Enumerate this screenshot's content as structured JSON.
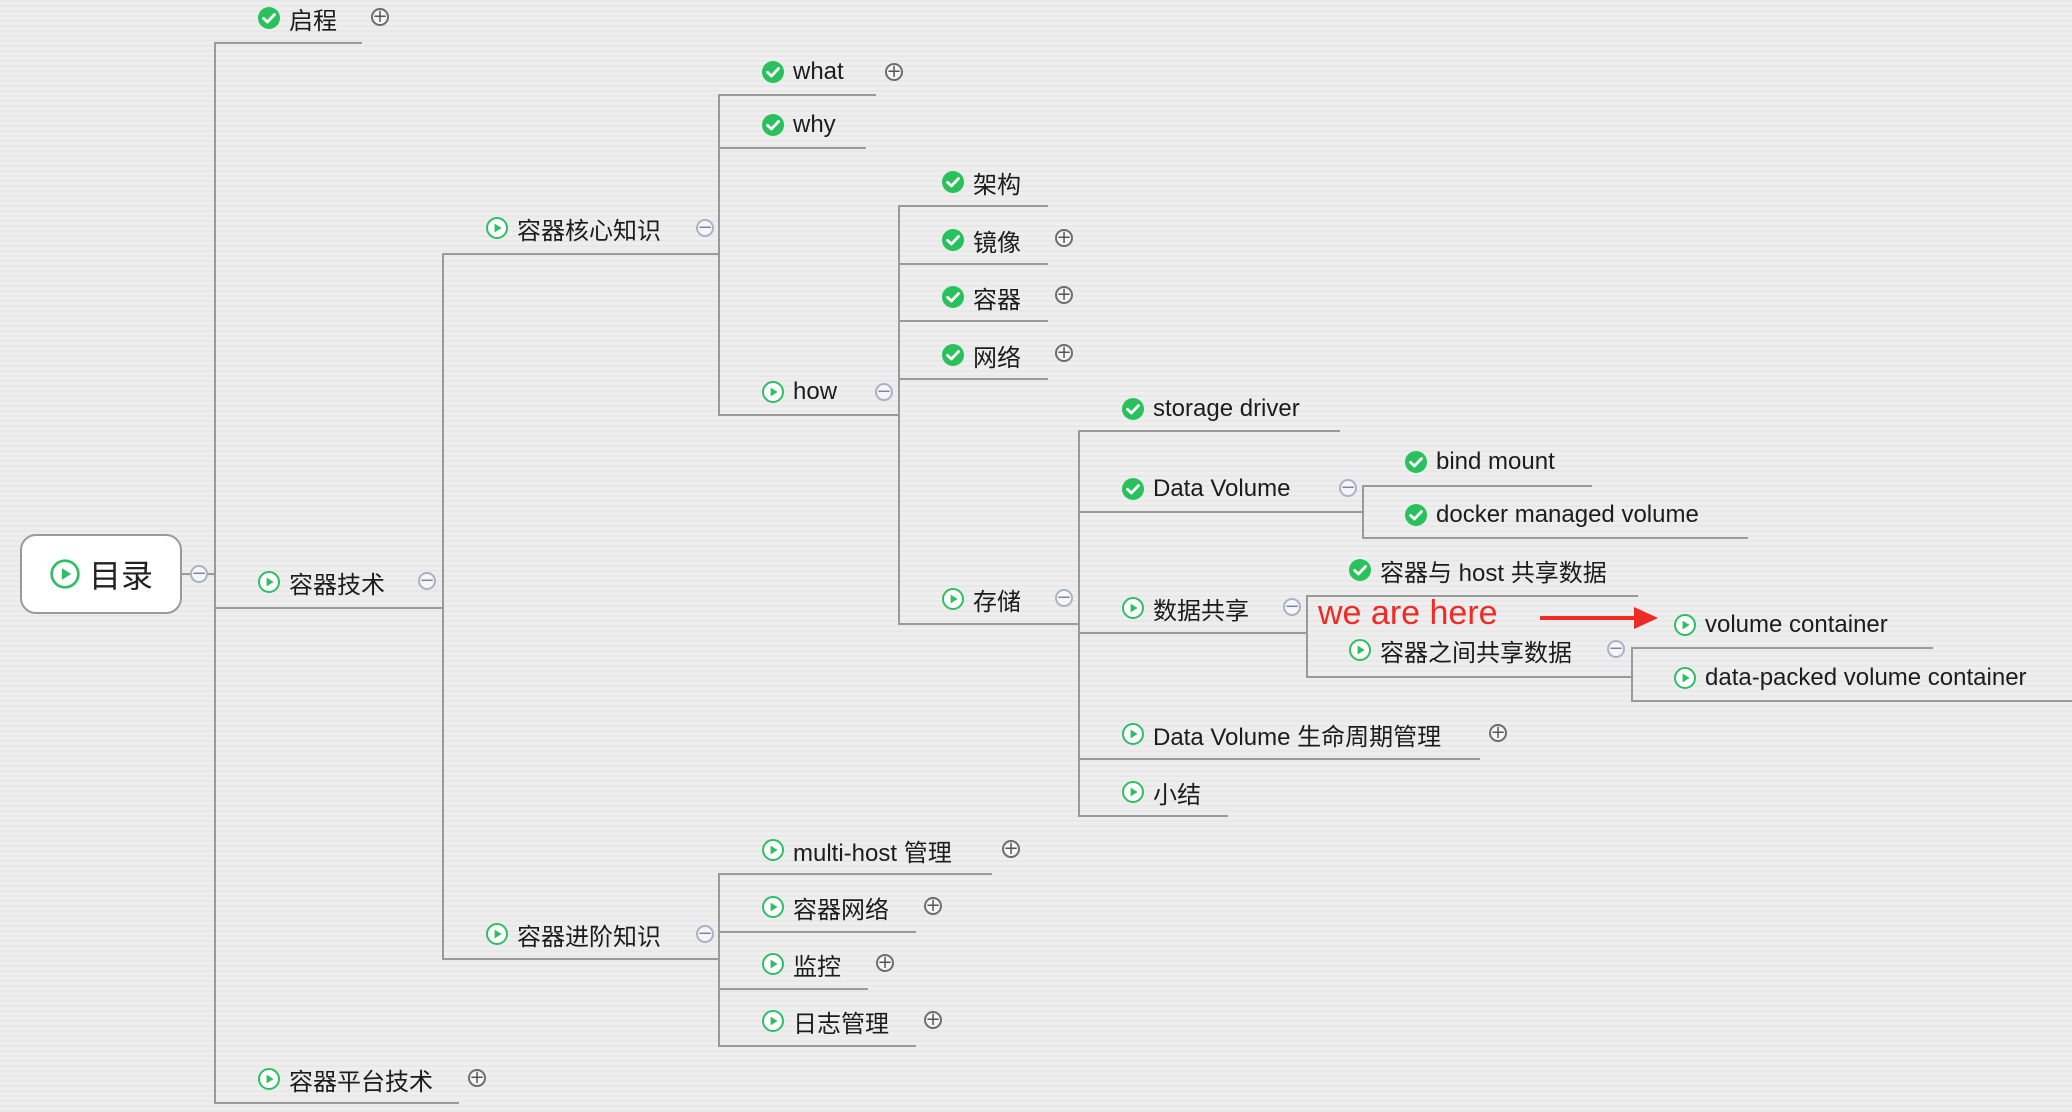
{
  "colors": {
    "done": "#28c15c",
    "play": "#2fbf63",
    "annotation": "#ee2b24",
    "line": "#9a9a9a",
    "background": "#eeeeee"
  },
  "icons": {
    "done": "check-circle-icon",
    "play": "play-circle-icon",
    "expand": "plus-circle-icon",
    "collapse": "minus-circle-icon"
  },
  "root": {
    "label": "目录"
  },
  "branches": {
    "qicheng": "启程",
    "rongqi_jishu": "容器技术",
    "hexin_zhishi": "容器核心知识",
    "what": "what",
    "why": "why",
    "how": "how",
    "jiagou": "架构",
    "jingxiang": "镜像",
    "rongqi": "容器",
    "wangluo": "网络",
    "cunchu": "存储",
    "storage_driver": "storage driver",
    "data_volume": "Data Volume",
    "bind_mount": "bind mount",
    "docker_managed_volume": "docker managed volume",
    "shuju_gongxiang": "数据共享",
    "rongqi_host": "容器与 host 共享数据",
    "rongqi_zhijian": "容器之间共享数据",
    "volume_container": "volume container",
    "data_packed": "data-packed volume container",
    "dv_lifecycle": "Data Volume 生命周期管理",
    "xiaojie": "小结",
    "jinjie_zhishi": "容器进阶知识",
    "multi_host": "multi-host 管理",
    "rongqi_wangluo": "容器网络",
    "jiankong": "监控",
    "rizhi": "日志管理",
    "pingtai": "容器平台技术"
  },
  "annotation": {
    "text": "we are here"
  },
  "toggles": {
    "expand": "+",
    "collapse": "−"
  }
}
